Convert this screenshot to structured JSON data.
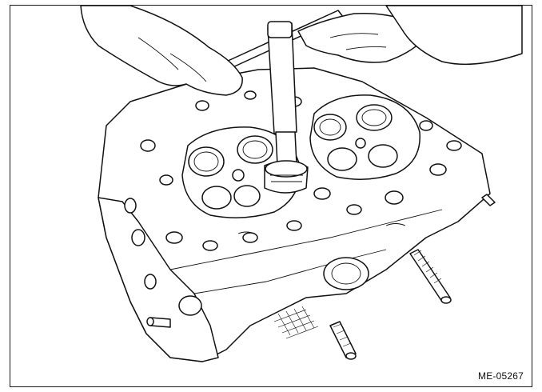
{
  "figure": {
    "id_label": "ME-05267",
    "icons": {
      "cylinder_head": "engine-cylinder-head-illustration",
      "tool": "t-handle-valve-guide-tool",
      "hands": "technician-hands"
    }
  }
}
